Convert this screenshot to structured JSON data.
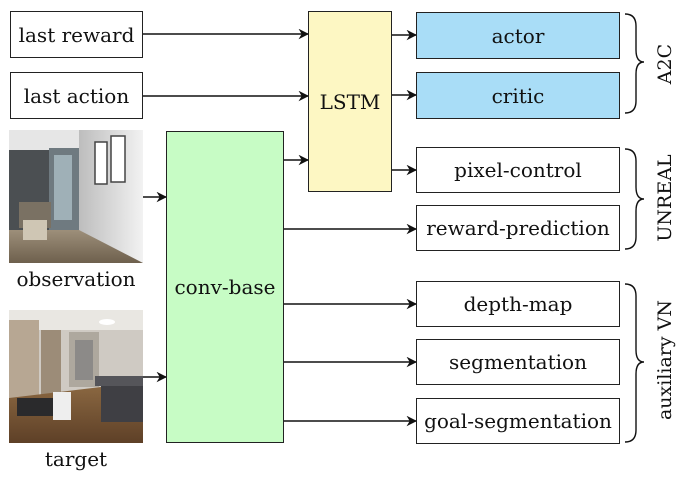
{
  "inputs": {
    "last_reward": "last reward",
    "last_action": "last action",
    "observation": "observation",
    "target": "target"
  },
  "modules": {
    "lstm": "LSTM",
    "conv_base": "conv-base"
  },
  "heads": {
    "actor": "actor",
    "critic": "critic",
    "pixel_control": "pixel-control",
    "reward_prediction": "reward-prediction",
    "depth_map": "depth-map",
    "segmentation": "segmentation",
    "goal_segmentation": "goal-segmentation"
  },
  "groups": {
    "a2c": "A2C",
    "unreal": "UNREAL",
    "auxiliary_vn": "auxiliary VN"
  },
  "colors": {
    "lstm_fill": "#fdf7c3",
    "conv_fill": "#c7fcc5",
    "a2c_fill": "#a9ddf7",
    "stroke": "#222222"
  }
}
